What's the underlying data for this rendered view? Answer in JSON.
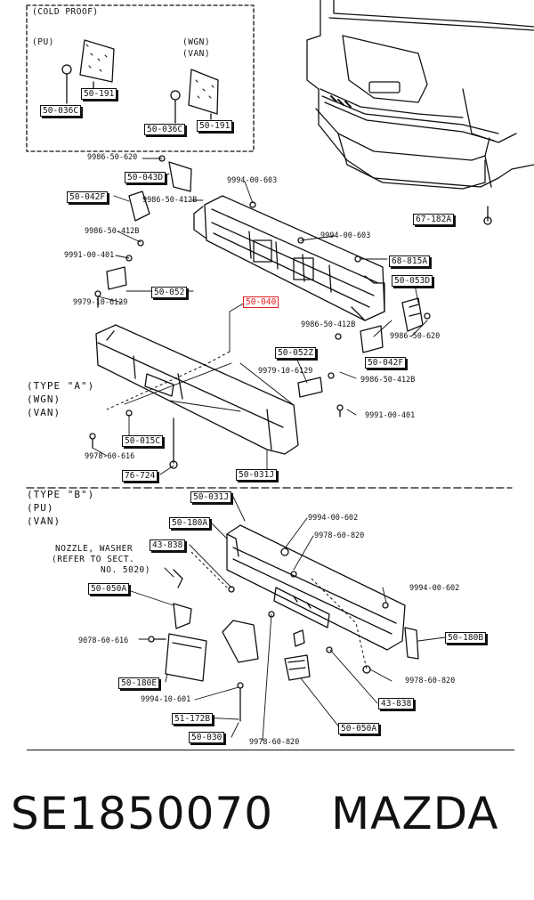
{
  "cold_proof": {
    "title": "(COLD PROOF)",
    "pu": "(PU)",
    "wgn_van": [
      "(WGN)",
      "(VAN)"
    ],
    "labels": [
      "50-191",
      "50-036C",
      "50-036C",
      "50-191"
    ]
  },
  "upper": {
    "labels": [
      "9986-50-620",
      "50-043D",
      "50-042F",
      "9986-50-412B",
      "9994-00-603",
      "9986-50-412B",
      "9991-00-401",
      "50-052",
      "9979-10-6129",
      "50-040",
      "9994-00-603",
      "68-815A",
      "50-053D",
      "67-182A",
      "9986-50-412B",
      "9986-50-620",
      "50-052Z",
      "9979-10-6129",
      "50-042F",
      "9986-50-412B",
      "9991-00-401",
      "50-015C",
      "9978-60-616",
      "76-724",
      "50-031J"
    ],
    "type_a": [
      "(TYPE \"A\")",
      "(WGN)",
      "(VAN)"
    ]
  },
  "lower": {
    "type_b": [
      "(TYPE \"B\")",
      "(PU)",
      "(VAN)"
    ],
    "nozzle_note": [
      "NOZZLE, WASHER",
      "(REFER TO SECT.",
      "NO. 5020)"
    ],
    "labels": [
      "50-031J",
      "50-180A",
      "9994-00-602",
      "9978-60-820",
      "43-838",
      "50-050A",
      "9994-00-602",
      "9078-60-616",
      "50-180B",
      "50-180E",
      "9978-60-820",
      "9994-10-601",
      "43-838",
      "51-172B",
      "50-030",
      "9978-60-820",
      "50-050A"
    ]
  },
  "footer": {
    "part_number": "SE1850070",
    "brand": "MAZDA"
  }
}
